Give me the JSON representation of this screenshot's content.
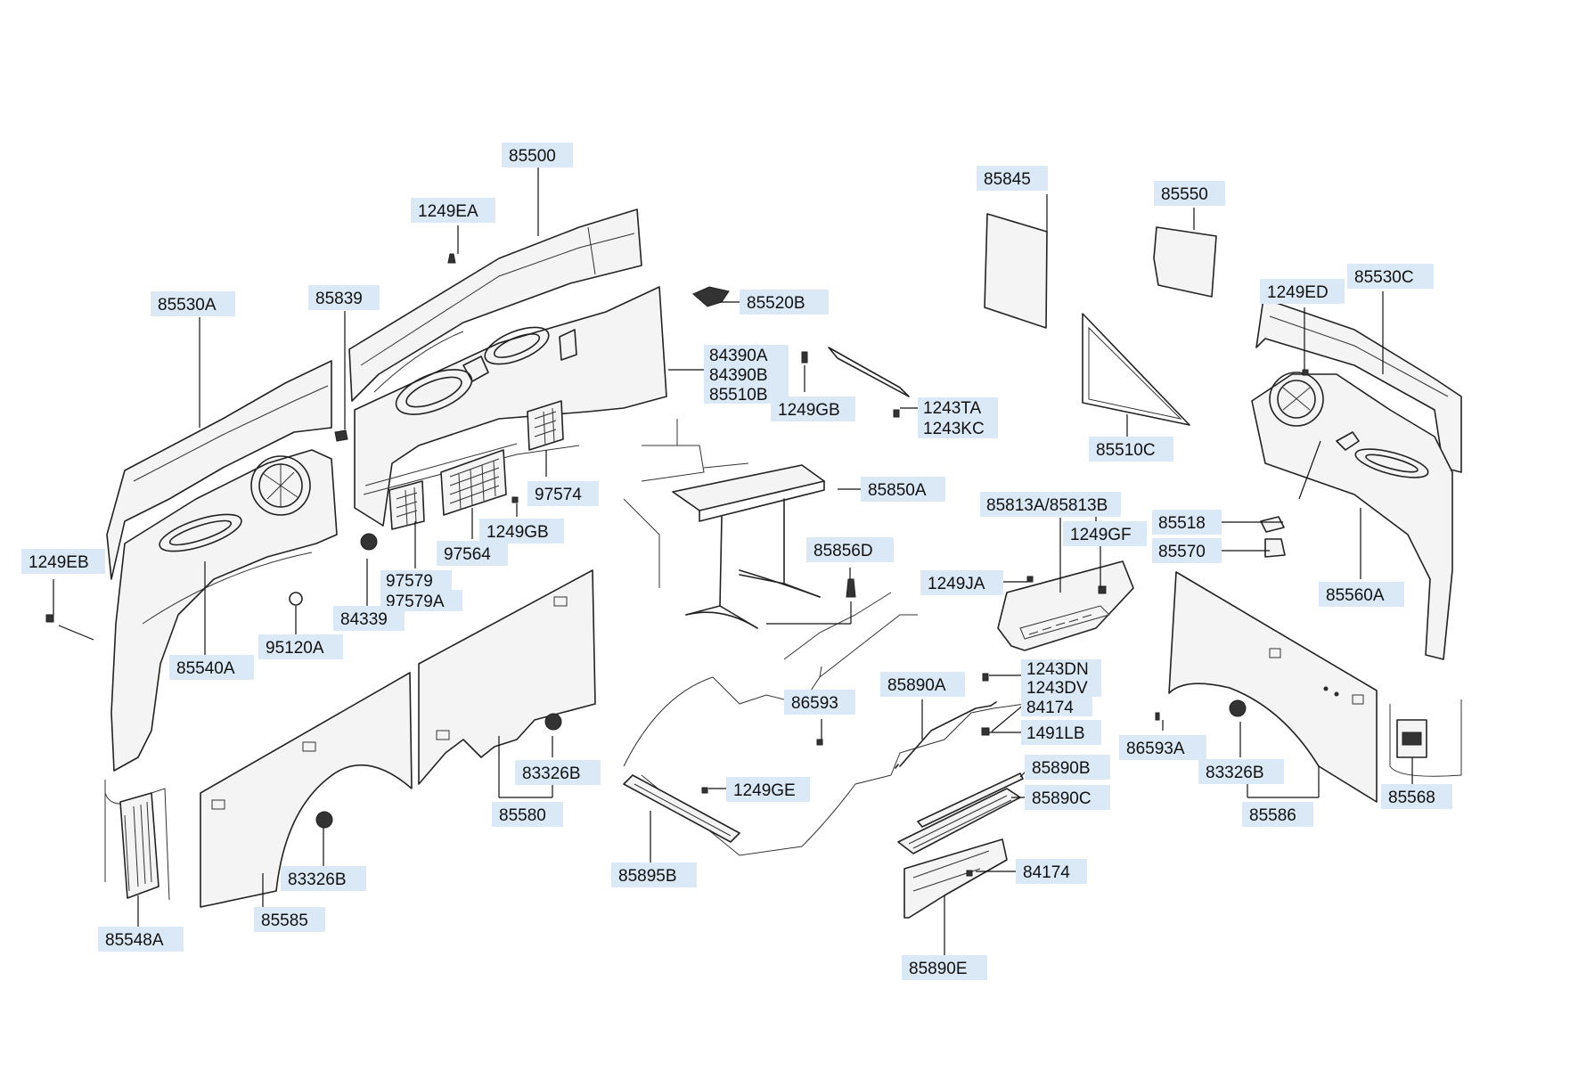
{
  "labels": {
    "l85500": "85500",
    "l1249EA": "1249EA",
    "l85530A": "85530A",
    "l85839": "85839",
    "l85520B": "85520B",
    "l84390A": "84390A",
    "l84390B": "84390B",
    "l85510B": "85510B",
    "l1249GB_top": "1249GB",
    "l1243TA": "1243TA",
    "l1243KC": "1243KC",
    "l97574": "97574",
    "l1249GB_mid": "1249GB",
    "l97564": "97564",
    "l97579": "97579",
    "l97579A": "97579A",
    "l84339": "84339",
    "l1249EB": "1249EB",
    "l95120A": "95120A",
    "l85540A": "85540A",
    "l85845": "85845",
    "l85550": "85550",
    "l1249ED": "1249ED",
    "l85530C": "85530C",
    "l85510C": "85510C",
    "l85850A": "85850A",
    "l85813": "85813A/85813B",
    "l1249GF": "1249GF",
    "l85518": "85518",
    "l85570": "85570",
    "l85560A": "85560A",
    "l85856D": "85856D",
    "l1249JA": "1249JA",
    "l85890A": "85890A",
    "l1243DN": "1243DN",
    "l1243DV": "1243DV",
    "l84174_top": "84174",
    "l1491LB": "1491LB",
    "l86593": "86593",
    "l86593A": "86593A",
    "l83326B_mid": "83326B",
    "l85580": "85580",
    "l83326B_right": "83326B",
    "l85586": "85586",
    "l85568": "85568",
    "l1249GE": "1249GE",
    "l85890B": "85890B",
    "l85890C": "85890C",
    "l85895B": "85895B",
    "l84174_bot": "84174",
    "l85890E": "85890E",
    "l83326B_left": "83326B",
    "l85585": "85585",
    "l85548A": "85548A"
  }
}
